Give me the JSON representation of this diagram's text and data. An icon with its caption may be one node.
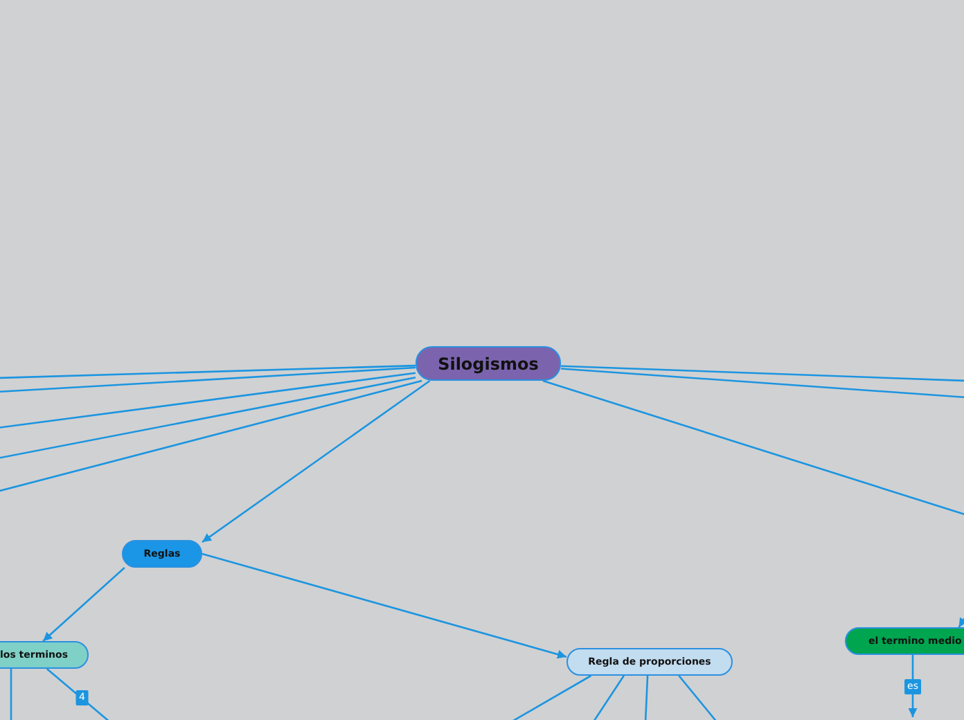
{
  "diagram": {
    "nodes": [
      {
        "text": [
          "Silogismos"
        ]
      },
      {
        "text": [
          "Reglas"
        ]
      },
      {
        "text": [
          "los terminos"
        ]
      },
      {
        "text": [
          "Regla de proporciones"
        ]
      },
      {
        "text": [
          "el termino medio"
        ]
      }
    ],
    "edges": [
      {
        "from": 0,
        "to": 1,
        "arrow": "to"
      },
      {
        "from": 0,
        "to": null,
        "arrow": "none"
      },
      {
        "from": 0,
        "to": null,
        "arrow": "none"
      },
      {
        "from": 0,
        "to": null,
        "arrow": "none"
      },
      {
        "from": 0,
        "to": null,
        "arrow": "none"
      },
      {
        "from": 0,
        "to": null,
        "arrow": "none"
      },
      {
        "from": 0,
        "to": null,
        "arrow": "none"
      },
      {
        "from": 0,
        "to": null,
        "arrow": "none"
      },
      {
        "from": 0,
        "to": null,
        "arrow": "none"
      },
      {
        "from": null,
        "to": 4,
        "arrow": "to"
      },
      {
        "from": 1,
        "to": 2,
        "arrow": "to"
      },
      {
        "from": 1,
        "to": 3,
        "arrow": "to"
      },
      {
        "from": 4,
        "to": null,
        "arrow": "to",
        "label": "es"
      },
      {
        "from": 2,
        "to": null,
        "arrow": "none"
      },
      {
        "from": 2,
        "to": null,
        "arrow": "none",
        "label": "4"
      },
      {
        "from": 3,
        "to": null,
        "arrow": "none"
      },
      {
        "from": 3,
        "to": null,
        "arrow": "none"
      },
      {
        "from": 3,
        "to": null,
        "arrow": "none"
      },
      {
        "from": 3,
        "to": null,
        "arrow": "none"
      }
    ]
  }
}
